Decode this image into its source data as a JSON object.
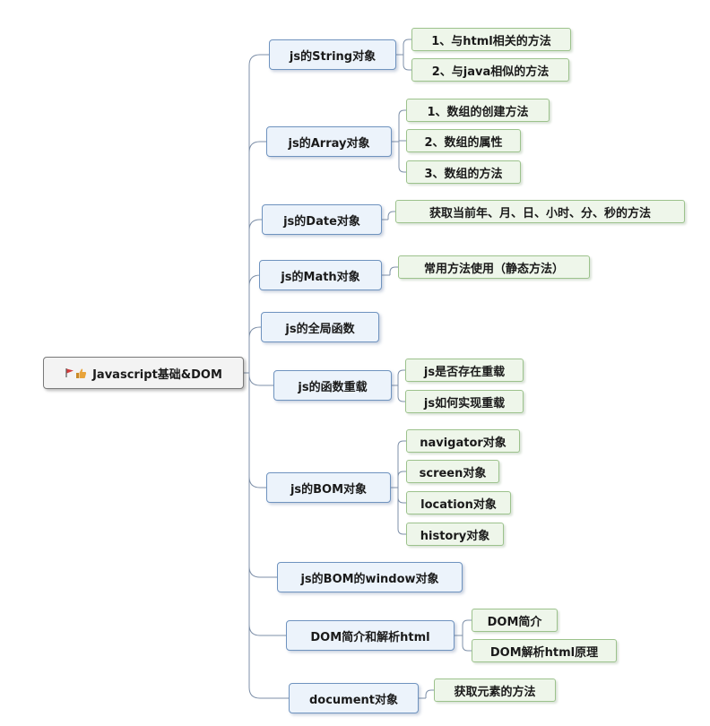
{
  "root": {
    "label": "Javascript基础&DOM",
    "icons": [
      "flag-icon",
      "thumbs-up-icon"
    ]
  },
  "colors": {
    "link": "#7d8fa8",
    "branch_border": "#6f93bf",
    "leaf_border": "#9cc28c",
    "flag": "#d23b3b",
    "thumb": "#e8a33a"
  },
  "branches": [
    {
      "label": "js的String对象",
      "children": [
        "1、与html相关的方法",
        "2、与java相似的方法"
      ]
    },
    {
      "label": "js的Array对象",
      "children": [
        "1、数组的创建方法",
        "2、数组的属性",
        "3、数组的方法"
      ]
    },
    {
      "label": "js的Date对象",
      "children": [
        "获取当前年、月、日、小时、分、秒的方法"
      ]
    },
    {
      "label": "js的Math对象",
      "children": [
        "常用方法使用（静态方法）"
      ]
    },
    {
      "label": "js的全局函数",
      "children": []
    },
    {
      "label": "js的函数重载",
      "children": [
        "js是否存在重载",
        "js如何实现重载"
      ]
    },
    {
      "label": "js的BOM对象",
      "children": [
        "navigator对象",
        "screen对象",
        "location对象",
        "history对象"
      ]
    },
    {
      "label": "js的BOM的window对象",
      "children": []
    },
    {
      "label": "DOM简介和解析html",
      "children": [
        "DOM简介",
        "DOM解析html原理"
      ]
    },
    {
      "label": "document对象",
      "children": [
        "获取元素的方法"
      ]
    }
  ]
}
